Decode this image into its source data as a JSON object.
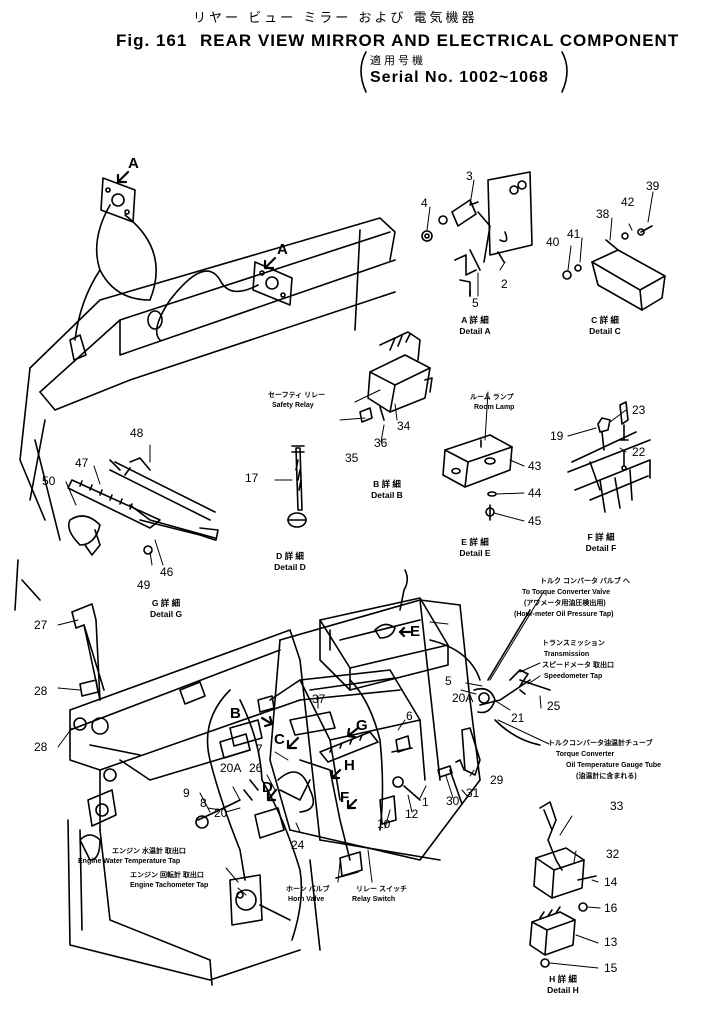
{
  "header": {
    "jp_title": "リヤー ビュー ミラー および 電気機器",
    "fig_label": "Fig. 161",
    "title": "REAR VIEW MIRROR AND ELECTRICAL COMPONENT",
    "jp_serial": "適用号機",
    "serial": "Serial No. 1002~1068"
  },
  "detail_markers": {
    "a": "A",
    "b": "B",
    "c": "C",
    "d": "D",
    "e": "E",
    "f": "F",
    "g": "G",
    "h": "H"
  },
  "details": {
    "a": {
      "jp": "A 詳 細",
      "en": "Detail  A"
    },
    "b": {
      "jp": "B 詳 細",
      "en": "Detail  B"
    },
    "c": {
      "jp": "C 詳 細",
      "en": "Detail  C"
    },
    "d": {
      "jp": "D 詳 細",
      "en": "Detail  D"
    },
    "e": {
      "jp": "E 詳 細",
      "en": "Detail  E"
    },
    "f": {
      "jp": "F 詳 細",
      "en": "Detail  F"
    },
    "g": {
      "jp": "G 詳 細",
      "en": "Detail  G"
    },
    "h": {
      "jp": "H 詳 細",
      "en": "Detail  H"
    }
  },
  "annotations": {
    "safety_relay_jp": "セーフティ リレー",
    "safety_relay_en": "Safety Relay",
    "room_lamp_jp": "ルーム ランプ",
    "room_lamp_en": "Room Lamp",
    "tc_valve_jp": "トルク コンバータ バルブ へ",
    "tc_valve_en1": "To Torque Converter Valve",
    "tc_valve_jp2": "(アワメータ用油圧検出用)",
    "tc_valve_en2": "(Hour-meter Oil Pressure Tap)",
    "transmission_jp": "トランスミッション",
    "transmission_en": "Transmission",
    "speedo_jp": "スピードメータ 取出口",
    "speedo_en": "Speedometer Tap",
    "tc_tube_jp": "トルクコンバータ油温計チューブ",
    "tc_tube_en1": "Torque Converter",
    "tc_tube_en2": "Oil Temperature Gauge Tube",
    "tc_tube_jp2": "(油温計に含まれる)",
    "water_temp_jp": "エンジン 水温計 取出口",
    "water_temp_en": "Engine Water Temperature Tap",
    "tacho_jp": "エンジン 回転計 取出口",
    "tacho_en": "Engine Tachometer Tap",
    "horn_jp": "ホーン バルブ",
    "horn_en": "Horn Valve",
    "relay_jp": "リレー スイッチ",
    "relay_en": "Relay Switch"
  },
  "part_numbers": {
    "p1": "1",
    "p2": "2",
    "p3": "3",
    "p4": "4",
    "p5": "5",
    "p5b": "5",
    "p6": "6",
    "p7": "7",
    "p8": "8",
    "p9": "9",
    "p10": "10",
    "p12": "12",
    "p13": "13",
    "p14": "14",
    "p15": "15",
    "p16": "16",
    "p17": "17",
    "p19": "19",
    "p20": "20",
    "p20a1": "20A",
    "p20a2": "20A",
    "p21": "21",
    "p22": "22",
    "p23": "23",
    "p24": "24",
    "p25": "25",
    "p26": "26",
    "p27": "27",
    "p28a": "28",
    "p28b": "28",
    "p29": "29",
    "p30": "30",
    "p31": "31",
    "p32": "32",
    "p33": "33",
    "p34": "34",
    "p35": "35",
    "p36": "36",
    "p37": "37",
    "p38": "38",
    "p39": "39",
    "p40": "40",
    "p41": "41",
    "p42": "42",
    "p43": "43",
    "p44": "44",
    "p45": "45",
    "p46": "46",
    "p47": "47",
    "p48": "48",
    "p49": "49",
    "p50": "50"
  }
}
